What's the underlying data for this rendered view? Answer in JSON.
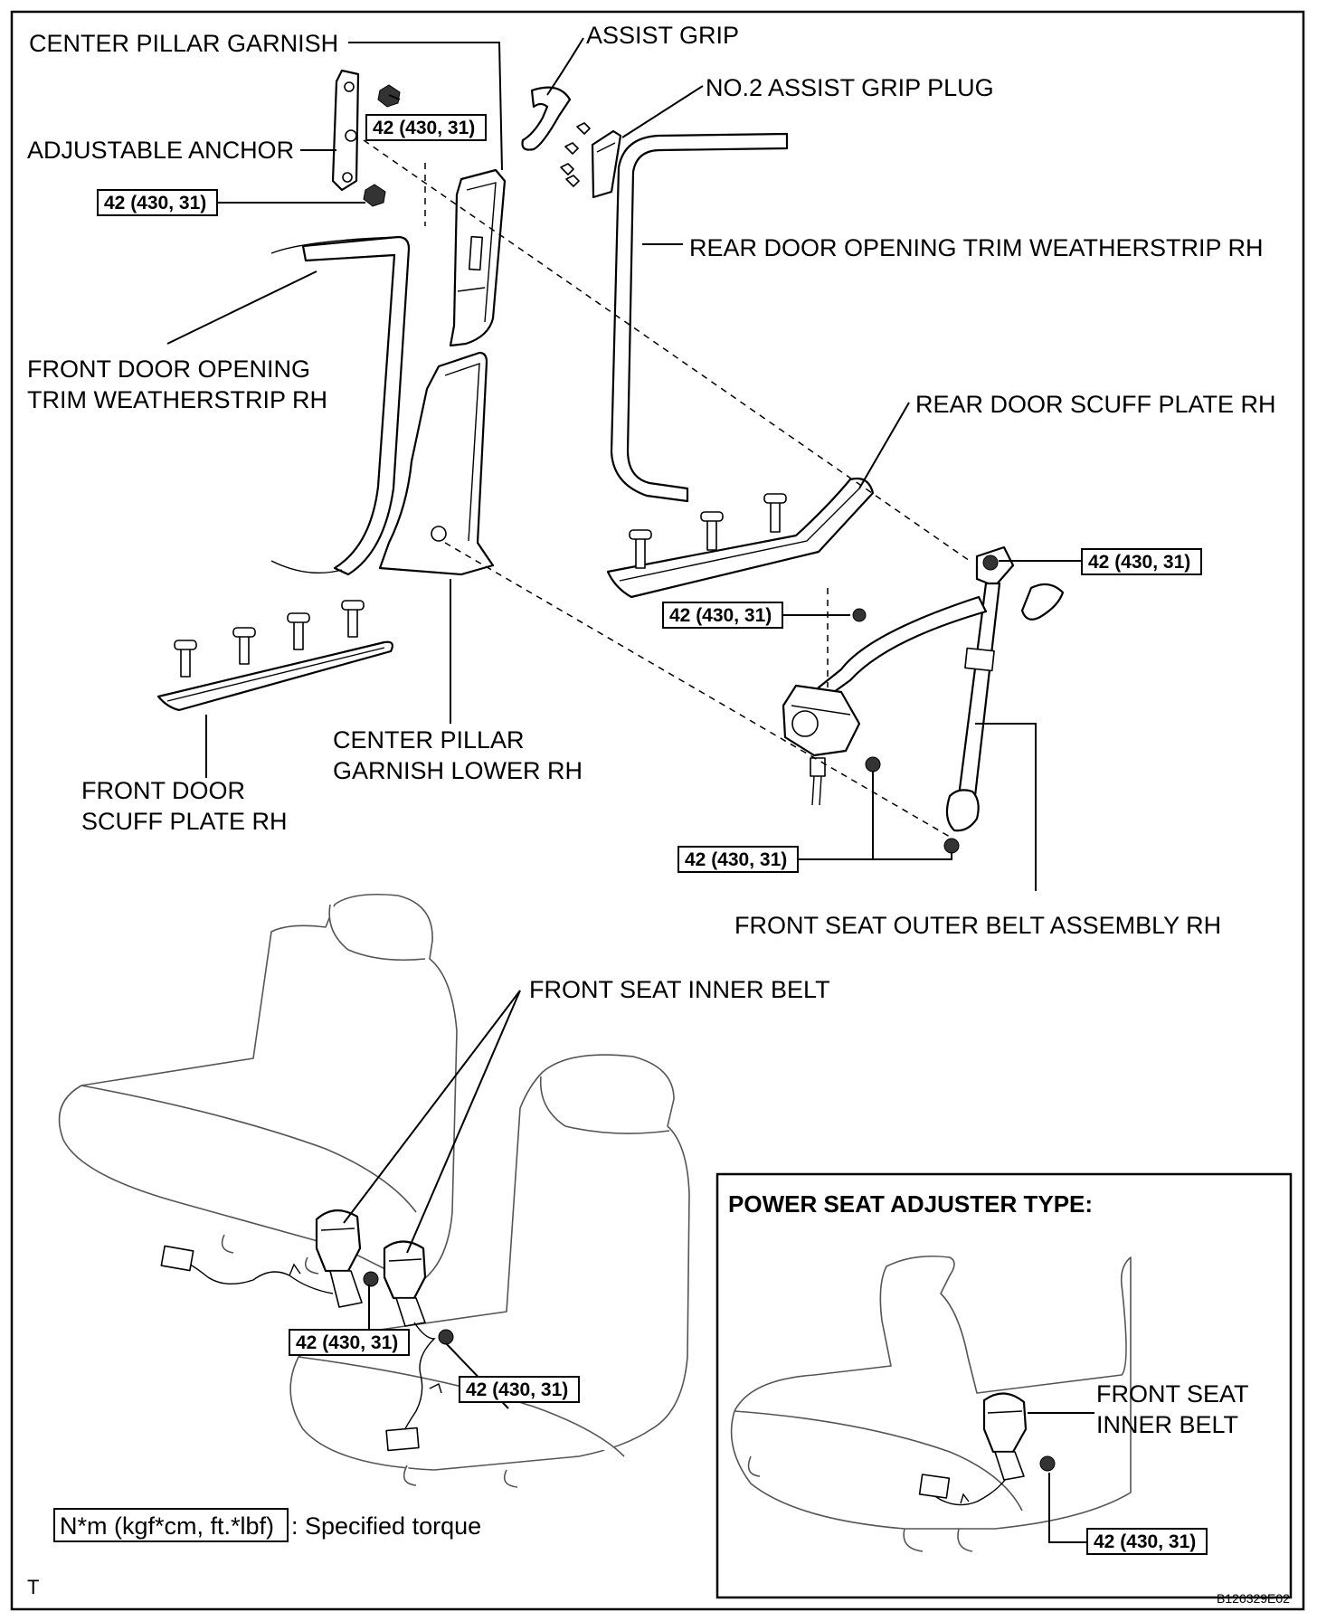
{
  "labels": {
    "center_pillar_garnish": "CENTER PILLAR GARNISH",
    "assist_grip": "ASSIST GRIP",
    "no2_assist_grip_plug": "NO.2 ASSIST GRIP PLUG",
    "adjustable_anchor": "ADJUSTABLE ANCHOR",
    "rear_door_opening_trim": "REAR DOOR OPENING TRIM WEATHERSTRIP RH",
    "front_door_opening_trim_1": "FRONT DOOR OPENING",
    "front_door_opening_trim_2": "TRIM WEATHERSTRIP RH",
    "rear_door_scuff_plate": "REAR DOOR SCUFF PLATE RH",
    "center_pillar_lower_1": "CENTER PILLAR",
    "center_pillar_lower_2": "GARNISH LOWER RH",
    "front_door_scuff_1": "FRONT DOOR",
    "front_door_scuff_2": "SCUFF PLATE RH",
    "front_seat_outer_belt": "FRONT SEAT OUTER BELT ASSEMBLY RH",
    "front_seat_inner_belt": "FRONT SEAT INNER BELT",
    "inset_inner_belt_1": "FRONT SEAT",
    "inset_inner_belt_2": "INNER BELT"
  },
  "torque": "42 (430, 31)",
  "inset": {
    "title": "POWER SEAT ADJUSTER TYPE:"
  },
  "legend": {
    "box": "N*m (kgf*cm, ft.*lbf)",
    "text": ": Specified torque"
  },
  "corner_mark": "T",
  "figure_id": "B126329E02"
}
